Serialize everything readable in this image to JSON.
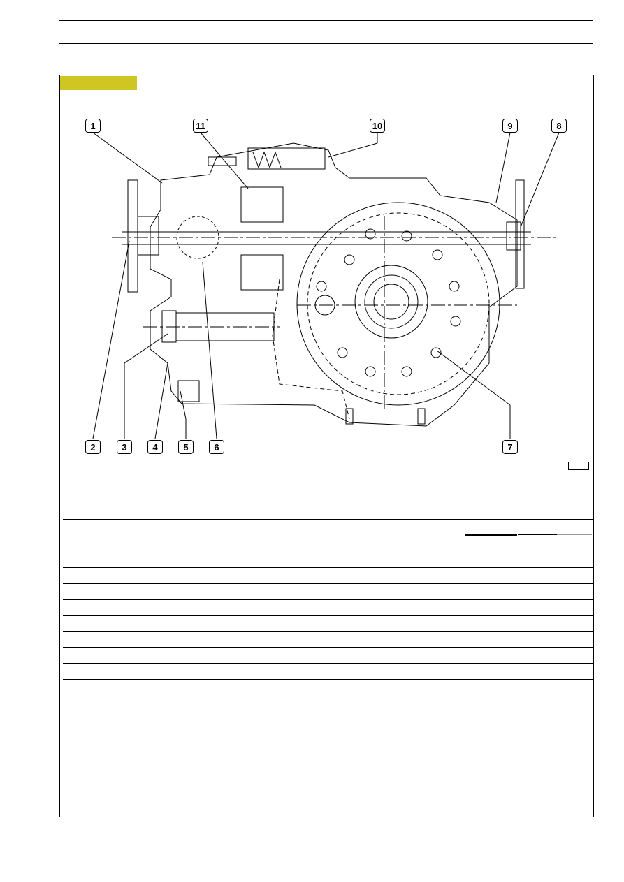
{
  "page": {
    "header_title": "",
    "section_tag": ""
  },
  "callouts": {
    "c1": "1",
    "c2": "2",
    "c3": "3",
    "c4": "4",
    "c5": "5",
    "c6": "6",
    "c7": "7",
    "c8": "8",
    "c9": "9",
    "c10": "10",
    "c11": "11"
  },
  "colors": {
    "tag_bar": "#cfc623",
    "line": "#000000"
  },
  "table": {
    "rows": 11
  }
}
